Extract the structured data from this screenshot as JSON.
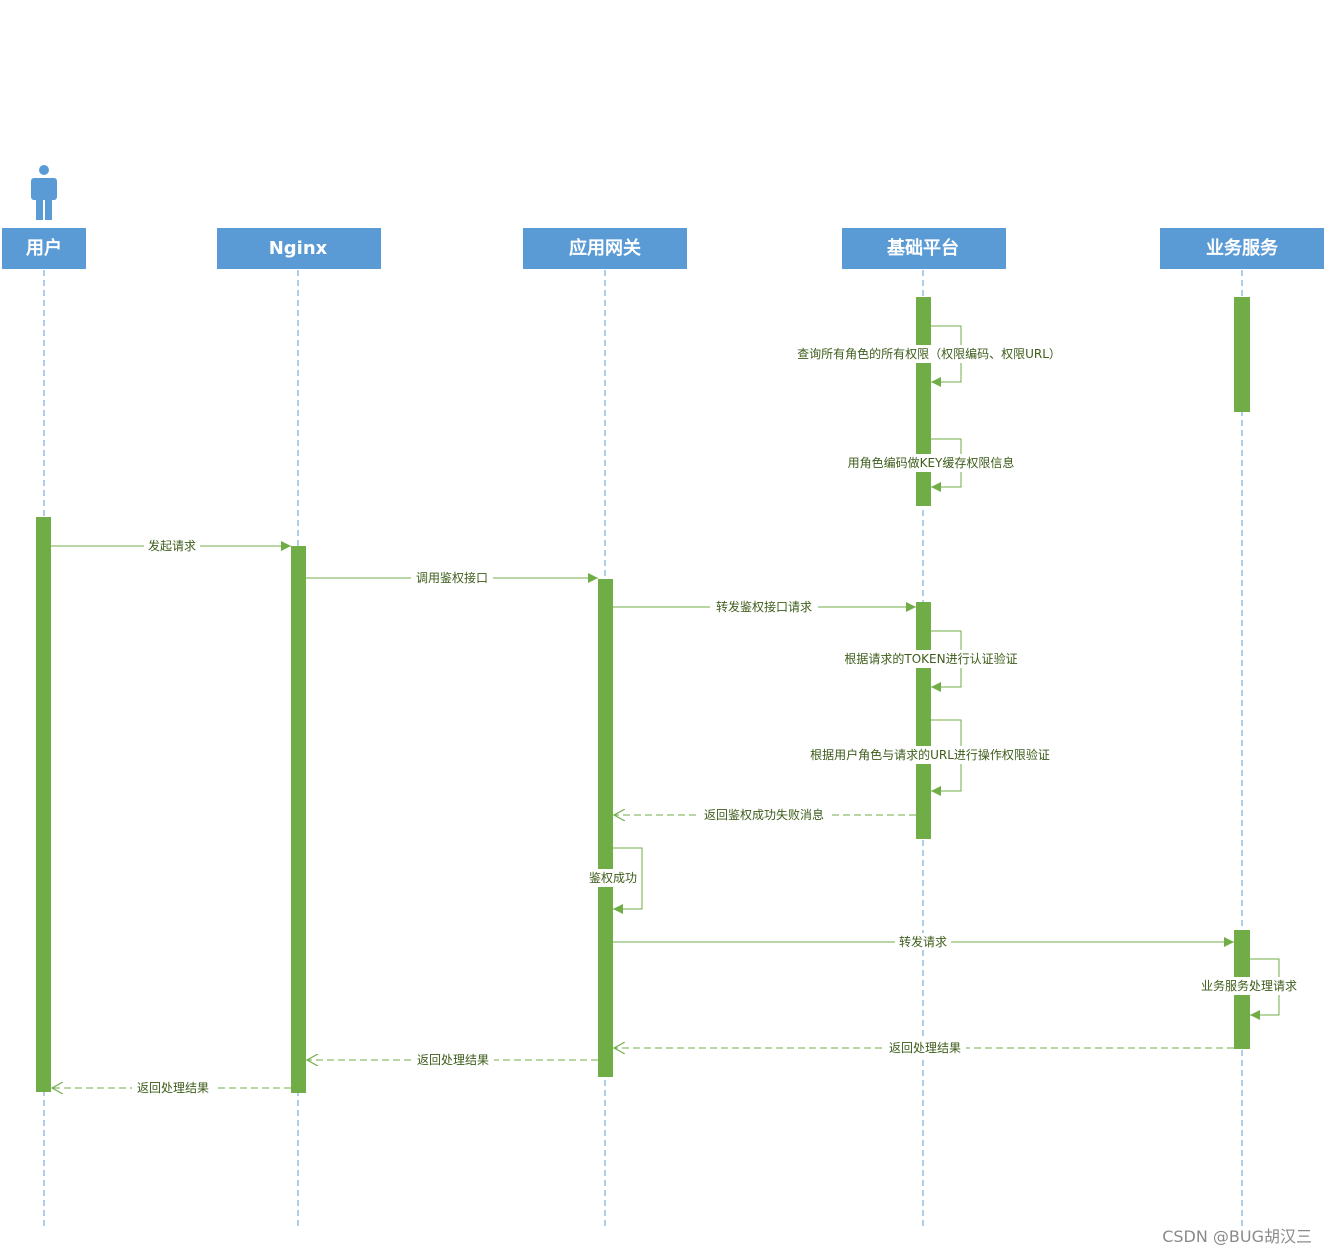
{
  "actors": [
    {
      "id": "user",
      "label": "用户"
    },
    {
      "id": "nginx",
      "label": "Nginx"
    },
    {
      "id": "gateway",
      "label": "应用网关"
    },
    {
      "id": "platform",
      "label": "基础平台"
    },
    {
      "id": "service",
      "label": "业务服务"
    }
  ],
  "messages": [
    {
      "from": "platform",
      "to": "platform",
      "type": "self",
      "label": "查询所有角色的所有权限（权限编码、权限URL）"
    },
    {
      "from": "platform",
      "to": "platform",
      "type": "self",
      "label": "用角色编码做KEY缓存权限信息"
    },
    {
      "from": "user",
      "to": "nginx",
      "type": "call",
      "label": "发起请求"
    },
    {
      "from": "nginx",
      "to": "gateway",
      "type": "call",
      "label": "调用鉴权接口"
    },
    {
      "from": "gateway",
      "to": "platform",
      "type": "call",
      "label": "转发鉴权接口请求"
    },
    {
      "from": "platform",
      "to": "platform",
      "type": "self",
      "label": "根据请求的TOKEN进行认证验证"
    },
    {
      "from": "platform",
      "to": "platform",
      "type": "self",
      "label": "根据用户角色与请求的URL进行操作权限验证"
    },
    {
      "from": "platform",
      "to": "gateway",
      "type": "return",
      "label": "返回鉴权成功失败消息"
    },
    {
      "from": "gateway",
      "to": "gateway",
      "type": "self",
      "label": "鉴权成功"
    },
    {
      "from": "gateway",
      "to": "service",
      "type": "call",
      "label": "转发请求"
    },
    {
      "from": "service",
      "to": "service",
      "type": "self",
      "label": "业务服务处理请求"
    },
    {
      "from": "service",
      "to": "gateway",
      "type": "return",
      "label": "返回处理结果"
    },
    {
      "from": "gateway",
      "to": "nginx",
      "type": "return",
      "label": "返回处理结果"
    },
    {
      "from": "nginx",
      "to": "user",
      "type": "return",
      "label": "返回处理结果"
    }
  ],
  "colors": {
    "actor_box": "#5b9bd5",
    "lifeline": "#5b9bd5",
    "activation": "#70ad47",
    "message": "#70ad47",
    "label": "#3d5c1a"
  },
  "icons": {
    "user_actor": "person-icon"
  },
  "watermark": "CSDN @BUG胡汉三"
}
